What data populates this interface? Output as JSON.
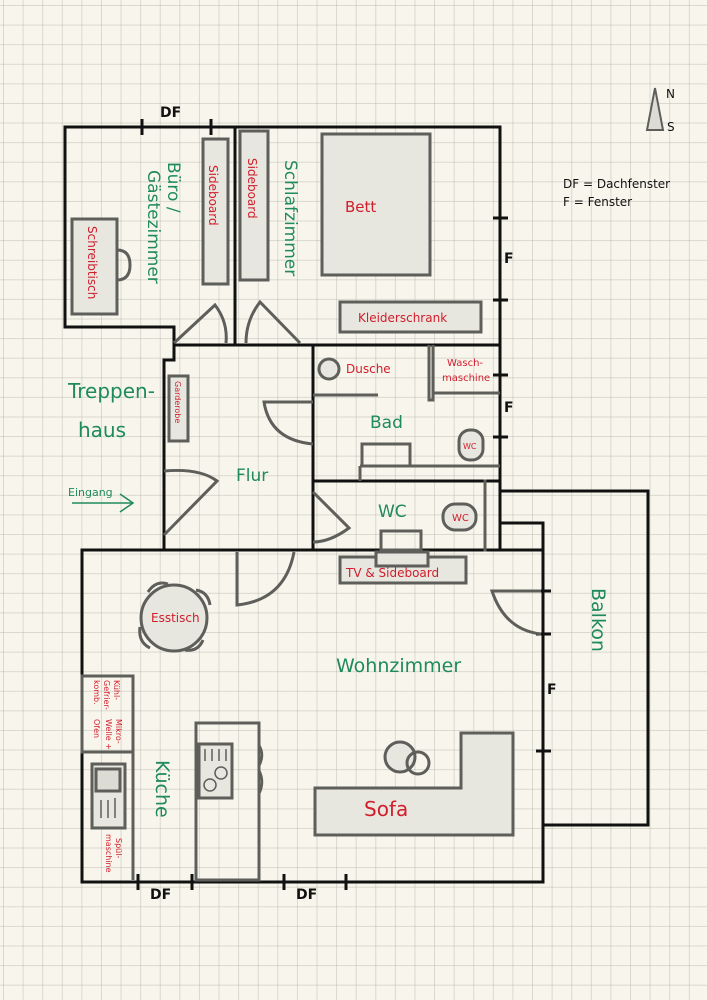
{
  "compass": {
    "north": "N",
    "south": "S"
  },
  "legend": [
    {
      "abbr": "DF",
      "meaning": "Dachfenster",
      "text": "DF = Dachfenster"
    },
    {
      "abbr": "F",
      "meaning": "Fenster",
      "text": "F = Fenster"
    }
  ],
  "window_marks": {
    "roof_window": "DF",
    "window": "F"
  },
  "rooms": {
    "buero": "Büro /",
    "buero_line2": "Gästezimmer",
    "schlafzimmer": "Schlafzimmer",
    "treppenhaus_line1": "Treppen-",
    "treppenhaus_line2": "haus",
    "eingang": "Eingang",
    "flur": "Flur",
    "bad": "Bad",
    "wc": "WC",
    "wohnzimmer": "Wohnzimmer",
    "kueche": "Küche",
    "balkon": "Balkon"
  },
  "furniture": {
    "schreibtisch": "Schreibtisch",
    "sideboard_buero": "Sideboard",
    "sideboard_schlaf": "Sideboard",
    "bett": "Bett",
    "kleiderschrank": "Kleiderschrank",
    "garderobe": "Garderobe",
    "dusche": "Dusche",
    "waschmaschine_line1": "Wasch-",
    "waschmaschine_line2": "maschine",
    "wc_bad": "WC",
    "wc_toilet": "WC",
    "tv_sideboard": "TV & Sideboard",
    "esstisch": "Esstisch",
    "kuehl_line1": "Kühl-",
    "kuehl_line2": "Gefrier-",
    "kuehl_line3": "komb.",
    "mikro_line1": "Mikro-",
    "mikro_line2": "Welle +",
    "mikro_line3": "Ofen",
    "spuel_line1": "Spül-",
    "spuel_line2": "maschine",
    "sofa": "Sofa"
  },
  "colors": {
    "paper": "#f8f6ec",
    "wall": "#111111",
    "furniture_stroke": "#5e5e5a",
    "furniture_fill": "#e7e6df",
    "room_label": "#1f8a5b",
    "furniture_label": "#d21d2b"
  }
}
